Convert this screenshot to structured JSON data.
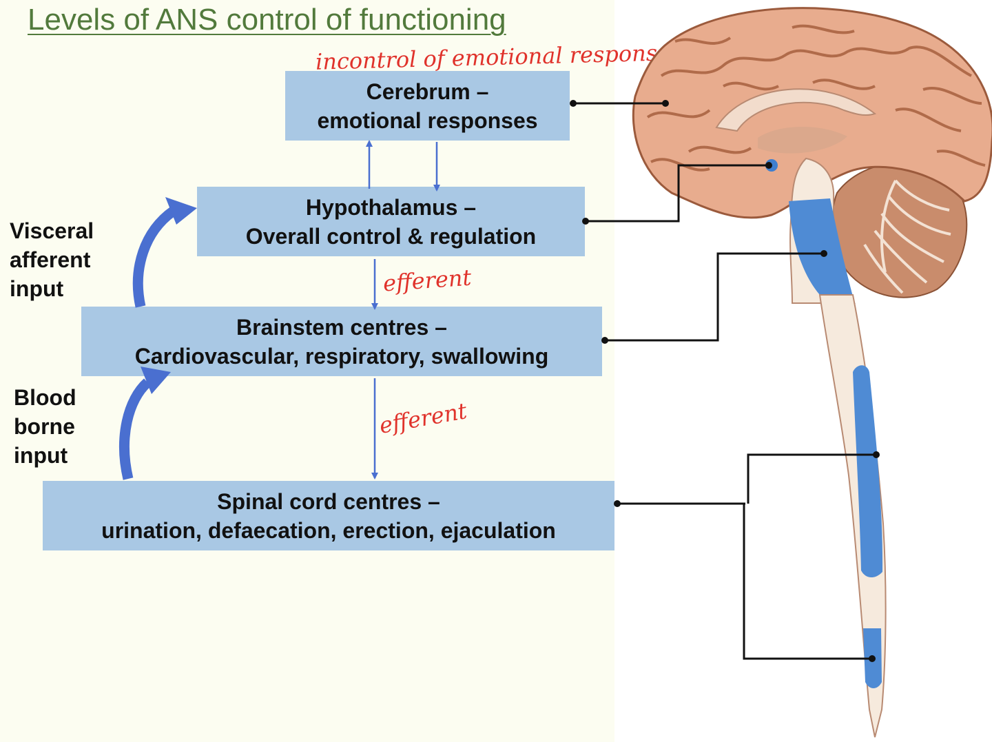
{
  "title": "Levels of ANS control of functioning",
  "annotations": {
    "top": "incontrol of emotional response",
    "efferent_1": "efferent",
    "efferent_2": "efferent"
  },
  "levels": [
    {
      "line1": "Cerebrum –",
      "line2": "emotional responses"
    },
    {
      "line1": "Hypothalamus –",
      "line2": "Overall control & regulation"
    },
    {
      "line1": "Brainstem centres –",
      "line2": "Cardiovascular, respiratory, swallowing"
    },
    {
      "line1": "Spinal cord centres –",
      "line2": "urination, defaecation, erection, ejaculation"
    }
  ],
  "inputs": {
    "visceral": [
      "Visceral",
      "afferent",
      "input"
    ],
    "blood": [
      "Blood",
      "borne",
      "input"
    ]
  },
  "colors": {
    "box": "#a9c8e4",
    "arrow": "#4a6fd0",
    "title": "#527a3c",
    "annotation": "#e0322b"
  }
}
